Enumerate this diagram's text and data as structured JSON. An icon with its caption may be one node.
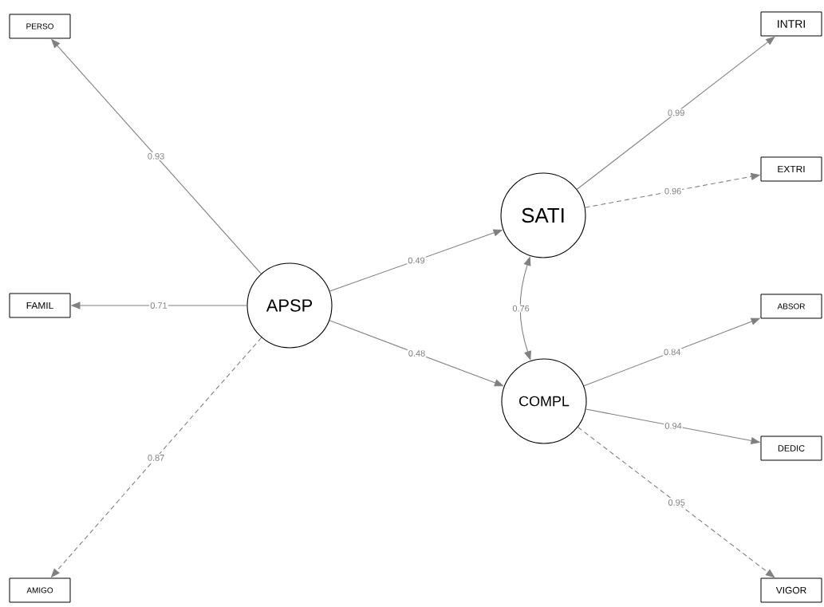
{
  "diagram": {
    "nodes": [
      {
        "text": [
          "APSP"
        ]
      },
      {
        "text": [
          "SATI"
        ]
      },
      {
        "text": [
          "COMPL"
        ]
      },
      {
        "text": [
          "PERSO"
        ]
      },
      {
        "text": [
          "FAMIL"
        ]
      },
      {
        "text": [
          "AMIGO"
        ]
      },
      {
        "text": [
          "INTRI"
        ]
      },
      {
        "text": [
          "EXTRI"
        ]
      },
      {
        "text": [
          "ABSOR"
        ]
      },
      {
        "text": [
          "DEDIC"
        ]
      },
      {
        "text": [
          "VIGOR"
        ]
      }
    ],
    "edges": [
      {
        "from": 0,
        "to": 3,
        "arrow": "to",
        "label": "0.93"
      },
      {
        "from": 0,
        "to": 4,
        "arrow": "to",
        "label": "0.71"
      },
      {
        "from": 0,
        "to": 5,
        "arrow": "to",
        "label": "0.87",
        "style": "dashed"
      },
      {
        "from": 0,
        "to": 1,
        "arrow": "to",
        "label": "0.49"
      },
      {
        "from": 0,
        "to": 2,
        "arrow": "to",
        "label": "0.48"
      },
      {
        "from": 1,
        "to": 2,
        "arrow": "both",
        "label": "0.76"
      },
      {
        "from": 1,
        "to": 6,
        "arrow": "to",
        "label": "0.99"
      },
      {
        "from": 1,
        "to": 7,
        "arrow": "to",
        "label": "0.96",
        "style": "dashed"
      },
      {
        "from": 2,
        "to": 8,
        "arrow": "to",
        "label": "0.84"
      },
      {
        "from": 2,
        "to": 9,
        "arrow": "to",
        "label": "0.94"
      },
      {
        "from": 2,
        "to": 10,
        "arrow": "to",
        "label": "0.95",
        "style": "dashed"
      }
    ]
  }
}
